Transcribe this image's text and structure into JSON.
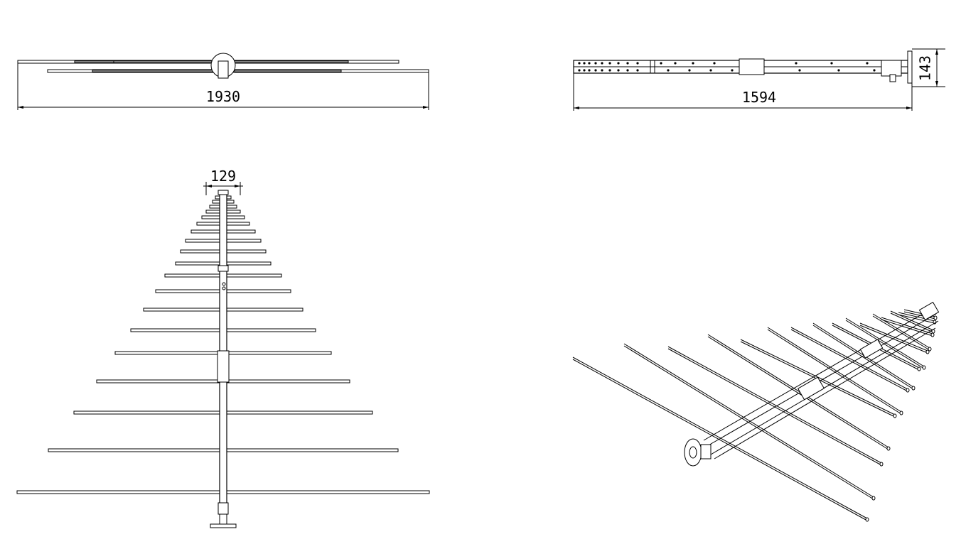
{
  "dimensions": {
    "front_width": "1930",
    "side_length": "1594",
    "side_height": "143",
    "top_width": "129"
  },
  "colors": {
    "line": "#000000",
    "background": "#ffffff"
  }
}
